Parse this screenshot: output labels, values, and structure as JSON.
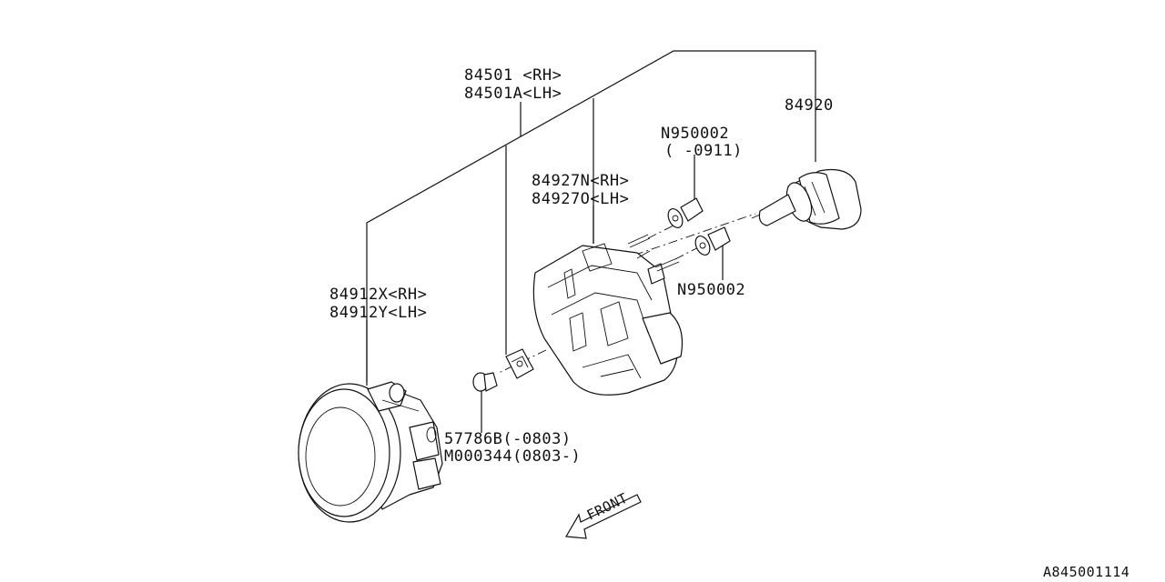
{
  "diagram": {
    "labels": {
      "assy_rh": "84501 <RH>",
      "assy_lh": "84501A<LH>",
      "bulb": "84920",
      "screw_a_part": "N950002",
      "screw_a_note": "( -0911)",
      "bracket_rh": "84927N<RH>",
      "bracket_lh": "84927O<LH>",
      "screw_b_part": "N950002",
      "lamp_rh": "84912X<RH>",
      "lamp_lh": "84912Y<LH>",
      "clip_a": "57786B(-0803)",
      "clip_b": "M000344(0803-)",
      "front_arrow": "FRONT"
    },
    "reference_code": "A845001114"
  }
}
